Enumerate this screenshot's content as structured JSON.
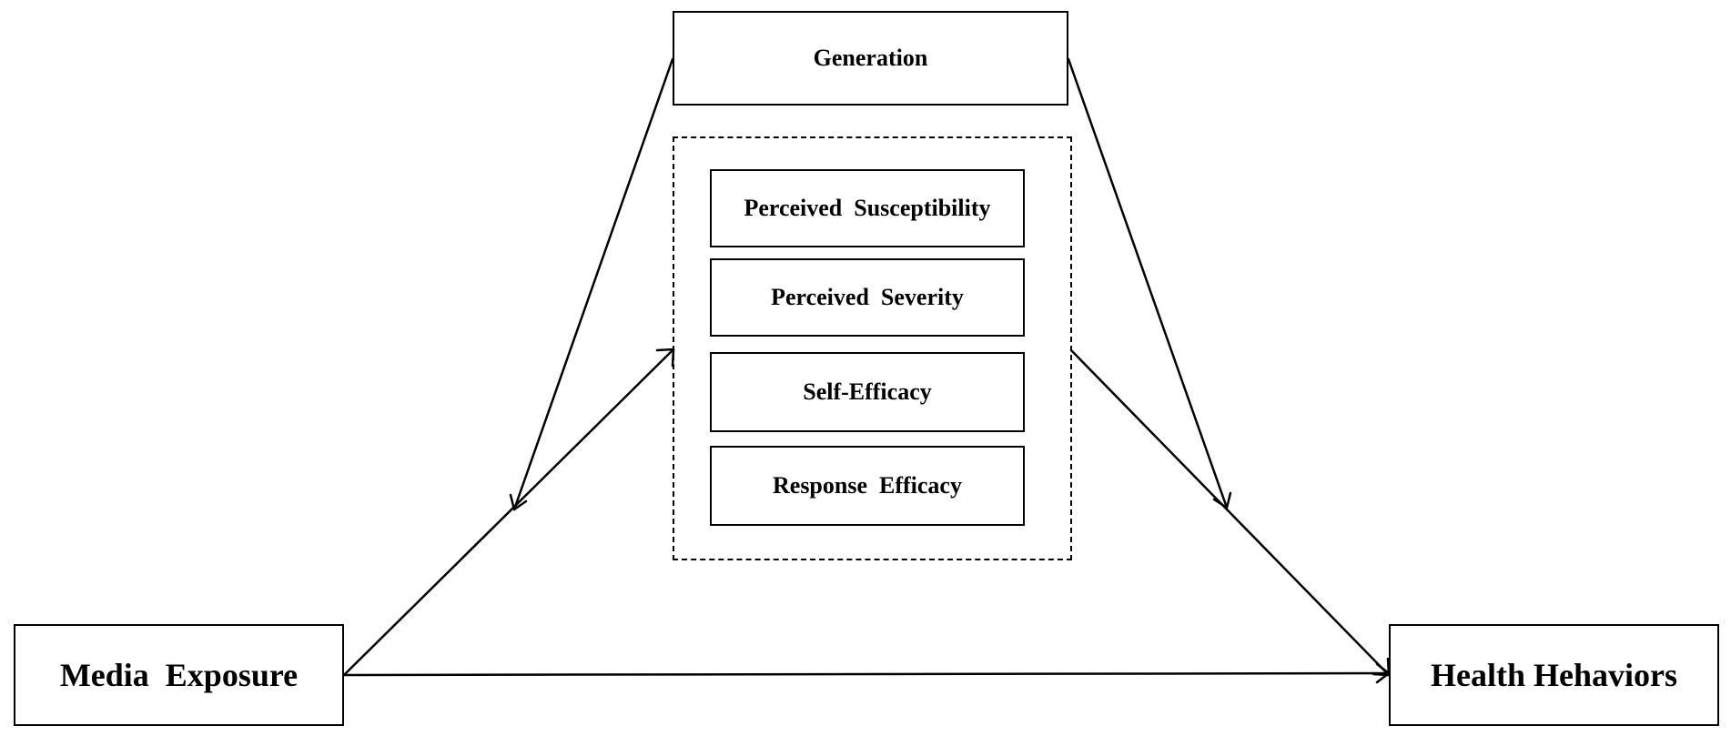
{
  "nodes": {
    "generation": "Generation",
    "media_exposure": "Media  Exposure",
    "health_behaviors": "Health Hehaviors",
    "mediators": [
      "Perceived  Susceptibility",
      "Perceived  Severity",
      "Self-Efficacy",
      "Response  Efficacy"
    ]
  },
  "edges": [
    {
      "from": "media_exposure",
      "to": "mediators"
    },
    {
      "from": "mediators",
      "to": "health_behaviors"
    },
    {
      "from": "media_exposure",
      "to": "health_behaviors"
    },
    {
      "from": "generation",
      "to": "media_exposure-mediators path"
    },
    {
      "from": "generation",
      "to": "mediators-health_behaviors path"
    }
  ],
  "colors": {
    "stroke": "#000000",
    "background": "#ffffff"
  }
}
